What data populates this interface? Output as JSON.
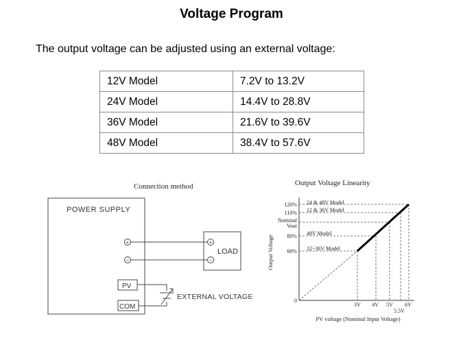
{
  "title": "Voltage Program",
  "intro": "The output voltage can be adjusted using an external voltage:",
  "table": {
    "rows": [
      {
        "model": "12V Model",
        "range": "7.2V to 13.2V"
      },
      {
        "model": "24V Model",
        "range": "14.4V to 28.8V"
      },
      {
        "model": "36V Model",
        "range": "21.6V to 39.6V"
      },
      {
        "model": "48V Model",
        "range": "38.4V to 57.6V"
      }
    ]
  },
  "connection": {
    "heading": "Connection method",
    "power_supply": "POWER SUPPLY",
    "load": "LOAD",
    "pv": "PV",
    "com": "COM",
    "external_voltage": "EXTERNAL  VOLTAGE",
    "plus": "+",
    "minus": "−"
  },
  "linearity": {
    "heading": "Output Voltage Linearity",
    "ylabel": "Output Voltage",
    "xlabel": "PV voltage (Nominal Input Voltage)",
    "y_ticks": [
      "120%",
      "110%",
      "Nominal",
      "Vout",
      "80%",
      "60%",
      "0"
    ],
    "x_ticks": [
      "3V",
      "4V",
      "5V",
      "5.5V",
      "6V"
    ],
    "line_labels": [
      "24 & 48V Model",
      "12 & 36V Model",
      "48V Model",
      "12~36V Model"
    ]
  }
}
